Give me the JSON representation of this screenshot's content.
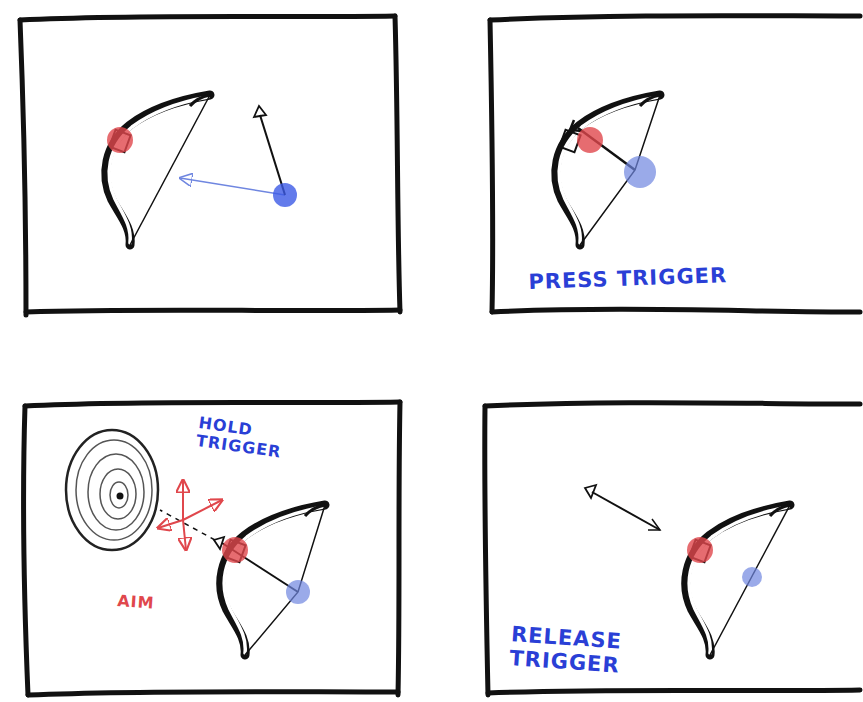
{
  "diagram": {
    "labels": [
      "PRESS TRIGGER",
      "HOLD TRIGGER",
      "AIM",
      "RELEASE TRIGGER"
    ]
  }
}
